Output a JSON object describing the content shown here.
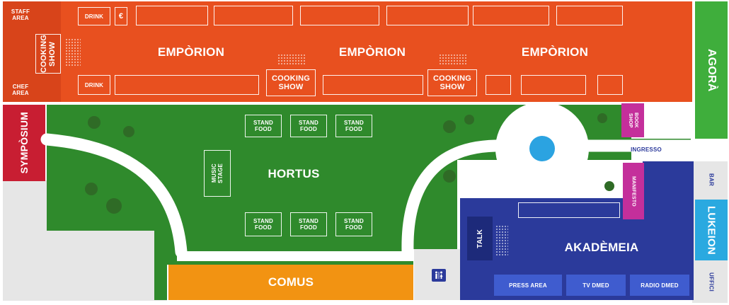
{
  "areas": {
    "staff_area": "STAFF\nAREA",
    "chef_area": "CHEF\nAREA",
    "emporion": "EMPÒRION",
    "drink": "DRINK",
    "euro": "€",
    "cooking_show_vertical": "COOKING\nSHOW",
    "cooking_show": "COOKING\nSHOW",
    "agora": "AGORÀ",
    "symposium": "SYMPÒSIUM",
    "hortus": "HORTUS",
    "stand_food": "STAND\nFOOD",
    "music_stage": "MUSIC\nSTAGE",
    "book_shop": "BOOK\nSHOP",
    "ingresso": "INGRESSO",
    "manifesto": "MANIFESTO",
    "bar": "BAR",
    "lukeion": "LUKEION",
    "akademeia": "AKADÈMEIA",
    "talk": "TALK",
    "press_area": "PRESS AREA",
    "tv_dmed": "TV DMED",
    "radio_dmed": "RADIO DMED",
    "uffici": "UFFICI",
    "comus": "COMUS",
    "restroom": "restroom-icon"
  },
  "colors": {
    "emporion": "#e8501f",
    "emporion_dark": "#d8441a",
    "agora": "#3fae3c",
    "symposium": "#c81e32",
    "hortus": "#2f8a2c",
    "akademeia": "#2b3a9b",
    "akademeia_btn": "#3f5ccf",
    "lukeion": "#2aa9e0",
    "manifesto": "#c42f9b",
    "comus": "#f29312",
    "fountain": "#2ba3e1",
    "ground": "#e4e4e4"
  }
}
